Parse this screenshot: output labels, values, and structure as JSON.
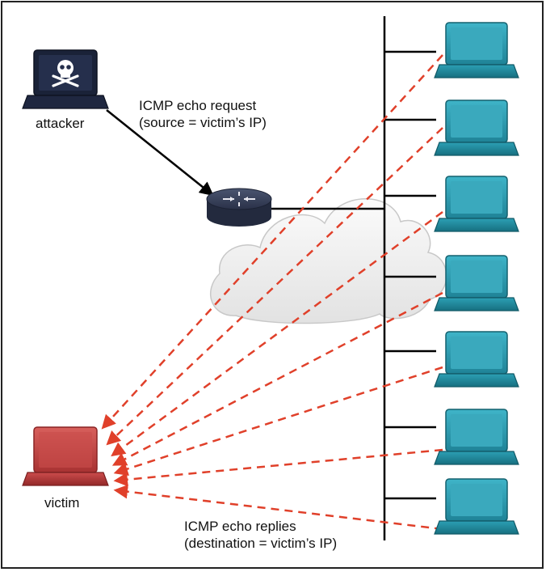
{
  "labels": {
    "attacker": "attacker",
    "victim": "victim",
    "request_line1": "ICMP echo request",
    "request_line2": "(source = victim’s IP)",
    "replies_line1": "ICMP echo replies",
    "replies_line2": "(destination = victim’s IP)"
  },
  "icons": {
    "attacker": "skull-laptop-icon",
    "victim": "laptop-icon",
    "router": "router-icon",
    "cloud": "cloud-icon",
    "host": "laptop-icon"
  },
  "colors": {
    "attacker_laptop": "#1a2238",
    "victim_laptop": "#c84a4a",
    "host_laptop": "#2a9bb0",
    "reply_arrows": "#e0402a",
    "request_arrow": "#000000",
    "cloud": "#eeeeee"
  },
  "network": {
    "host_count": 7
  }
}
